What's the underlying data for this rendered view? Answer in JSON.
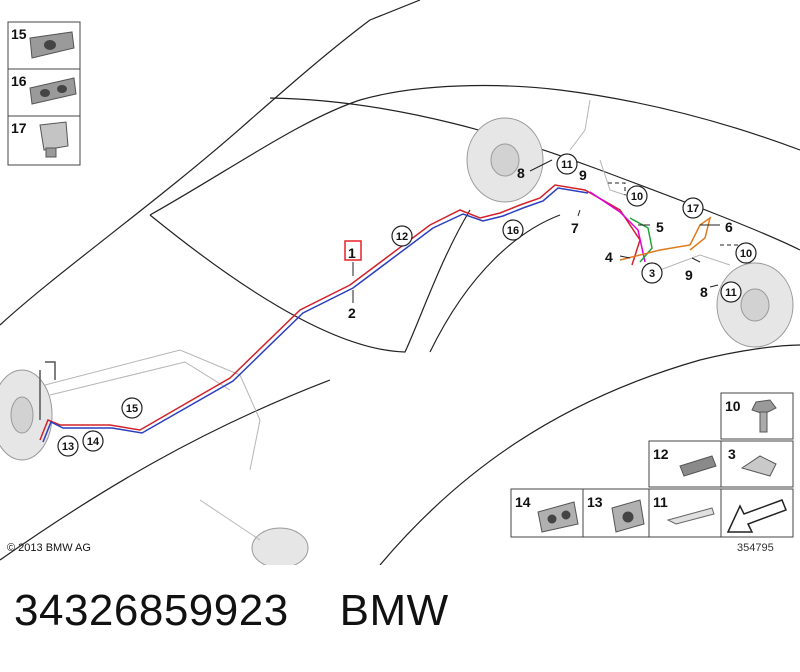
{
  "thumbnails_left": [
    {
      "number": "15",
      "icon": "brake-line-holder-icon"
    },
    {
      "number": "16",
      "icon": "brake-line-holder-double-icon"
    },
    {
      "number": "17",
      "icon": "clip-nut-icon"
    }
  ],
  "callouts_plain": {
    "p1": "1",
    "p2": "2",
    "p4": "4",
    "p5": "5",
    "p6": "6",
    "p7": "7",
    "p8a": "8",
    "p8b": "8",
    "p9a": "9",
    "p9b": "9"
  },
  "callouts_circled": {
    "c12": "12",
    "c16": "16",
    "c15": "15",
    "c13": "13",
    "c14": "14",
    "c11a": "11",
    "c10a": "10",
    "c17": "17",
    "c3": "3",
    "c10b": "10",
    "c11b": "11"
  },
  "parts_table": {
    "row1": [
      {
        "number": "10",
        "icon": "hex-bolt-icon"
      }
    ],
    "row2": [
      {
        "number": "12",
        "icon": "line-clip-icon"
      },
      {
        "number": "3",
        "icon": "bracket-clip-icon"
      }
    ],
    "row3": [
      {
        "number": "14",
        "icon": "double-holder-icon"
      },
      {
        "number": "13",
        "icon": "holder-icon"
      },
      {
        "number": "11",
        "icon": "spring-clip-icon"
      },
      {
        "number": "",
        "icon": "arrow-icon"
      }
    ]
  },
  "copyright": "© 2013 BMW AG",
  "image_id": "354795",
  "caption": {
    "part_number": "34326859923",
    "brand": "BMW"
  },
  "colors": {
    "line_red": "#d2232a",
    "line_blue": "#2b3fbf",
    "line_magenta": "#e000d8",
    "line_green": "#1fa83a",
    "line_orange": "#e07a1a",
    "highlight_box": "#e5202a"
  }
}
